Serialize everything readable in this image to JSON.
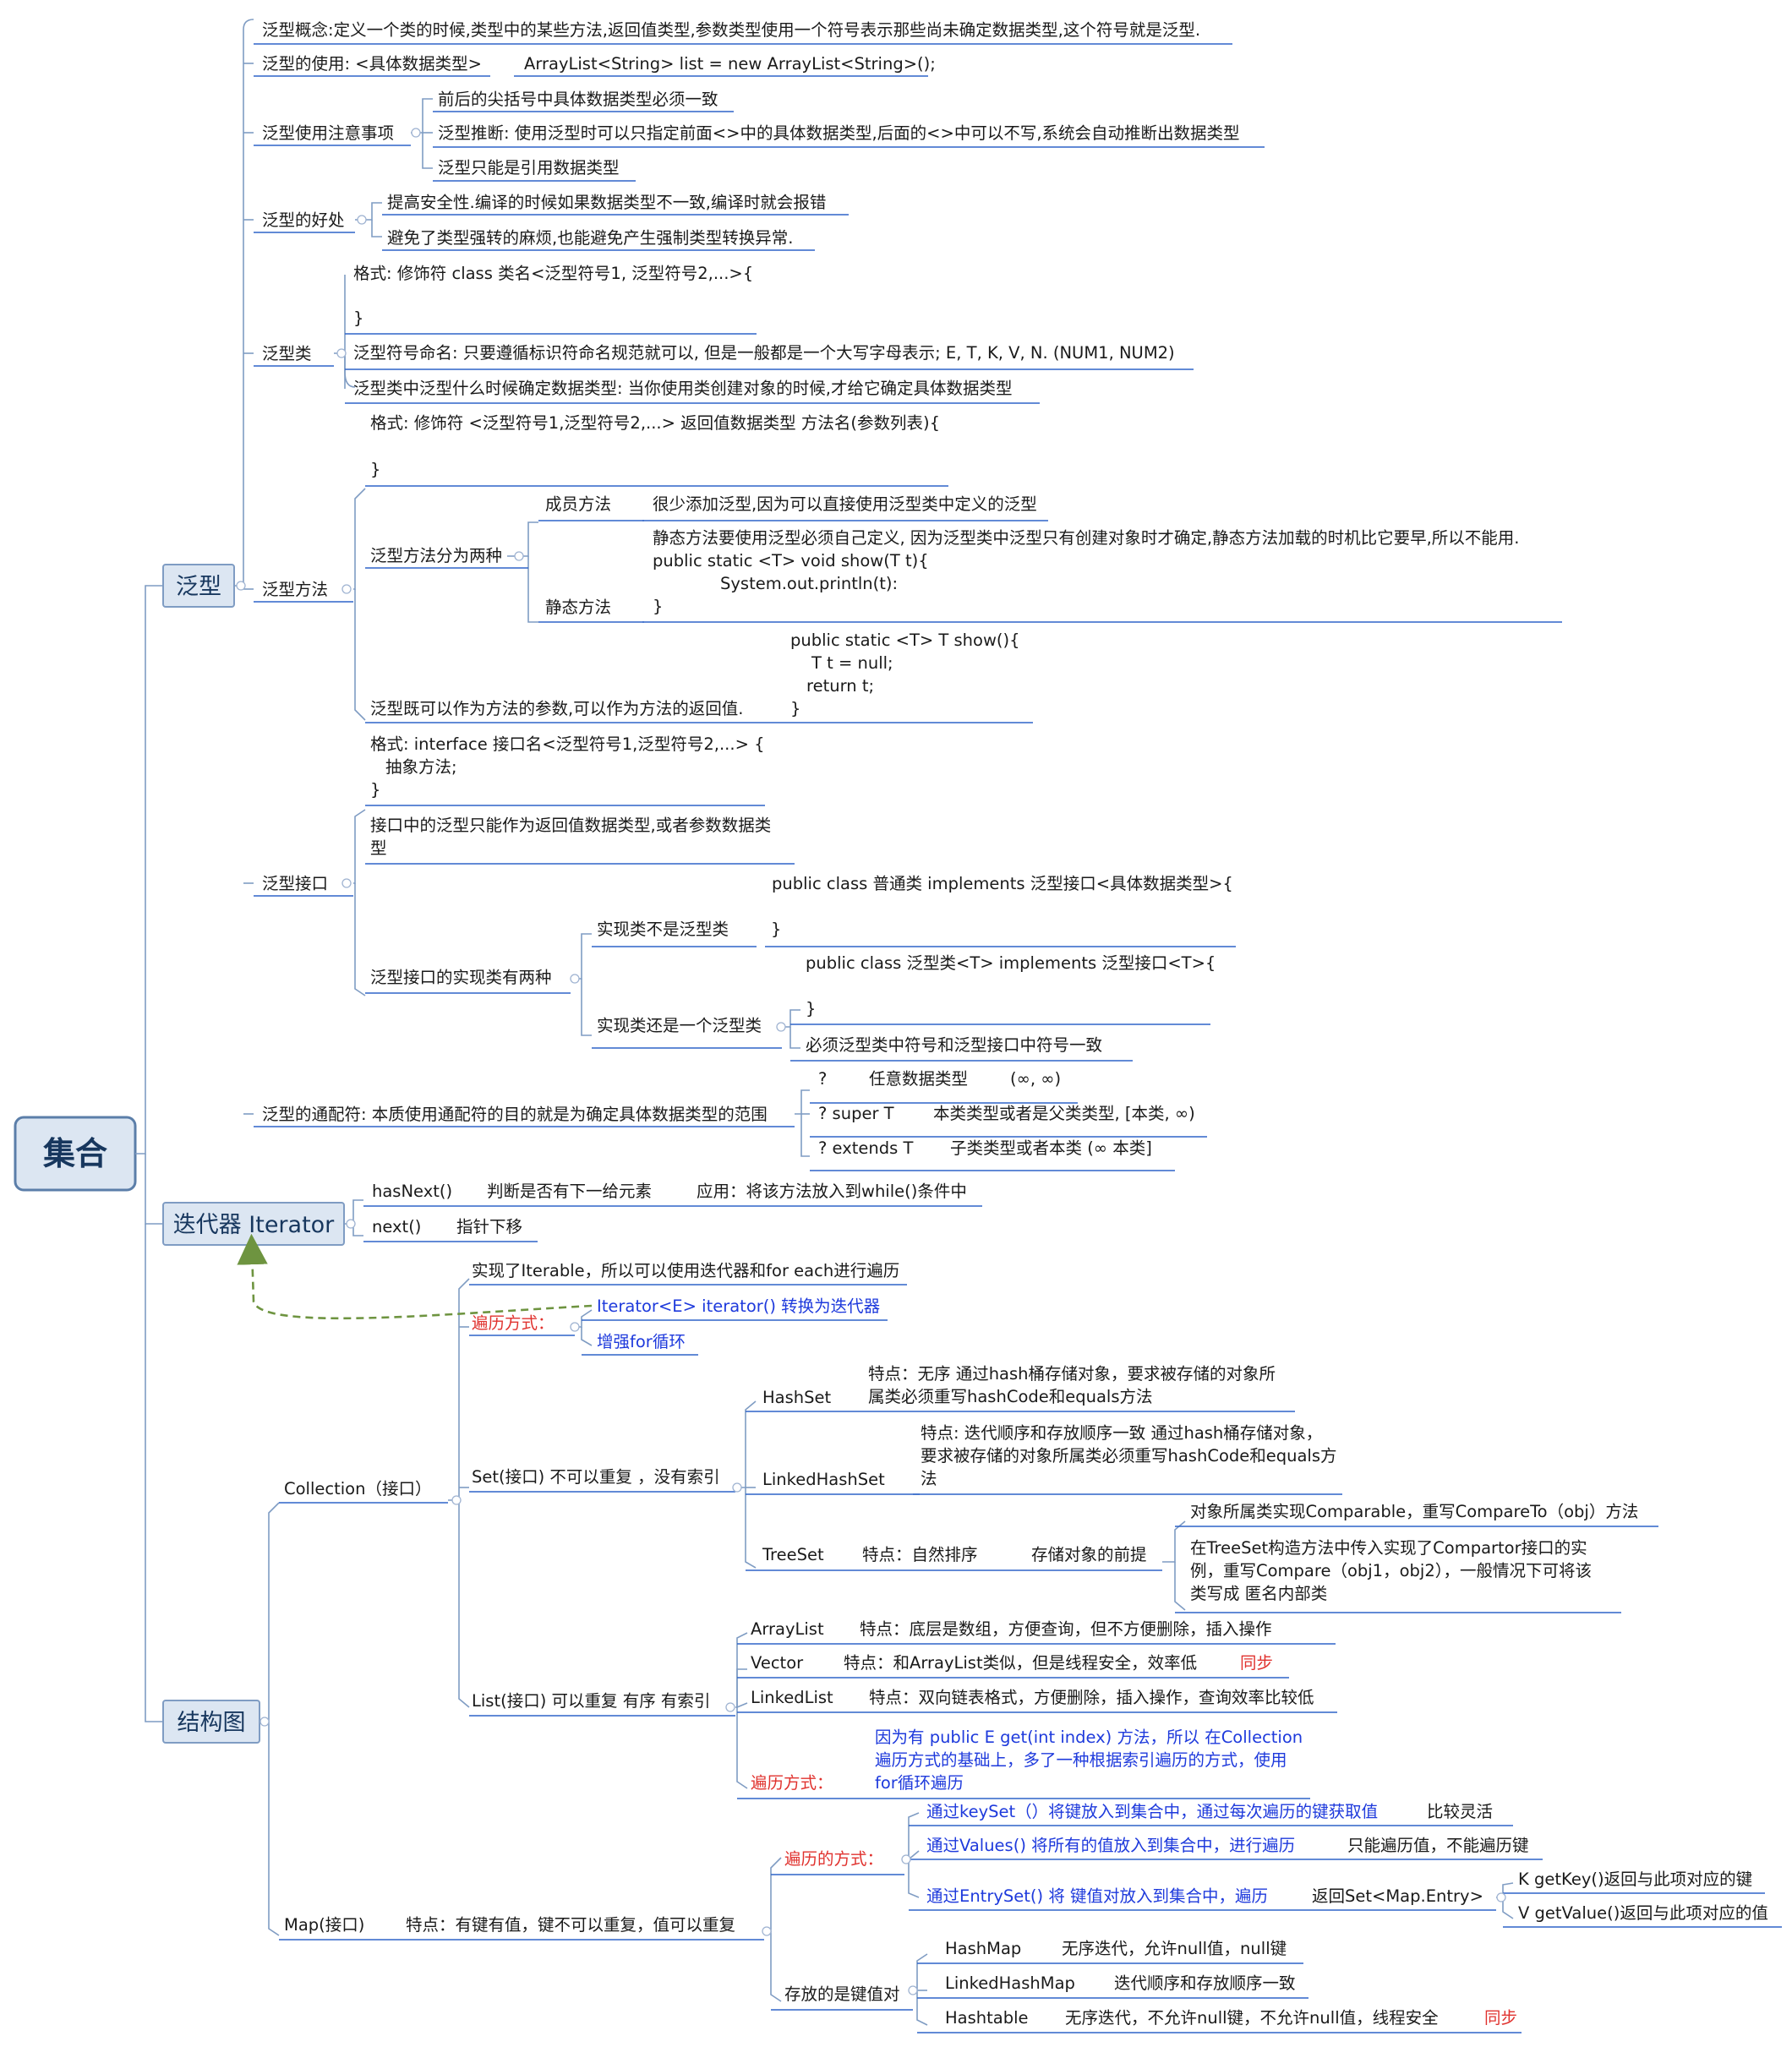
{
  "root": "集合",
  "branches": {
    "generics": "泛型",
    "iterator": "迭代器 Iterator",
    "structure": "结构图"
  },
  "g": {
    "concept": "泛型概念:定义一个类的时候,类型中的某些方法,返回值类型,参数类型使用一个符号表示那些尚未确定数据类型,这个符号就是泛型.",
    "usage": "泛型的使用: <具体数据类型>",
    "usage_ex": "ArrayList<String> list = new ArrayList<String>();",
    "notes": "泛型使用注意事项",
    "notes_1": "前后的尖括号中具体数据类型必须一致",
    "notes_2": "泛型推断: 使用泛型时可以只指定前面<>中的具体数据类型,后面的<>中可以不写,系统会自动推断出数据类型",
    "notes_3": "泛型只能是引用数据类型",
    "benefit": "泛型的好处",
    "benefit_1": "提高安全性.编译的时候如果数据类型不一致,编译时就会报错",
    "benefit_2": "避免了类型强转的麻烦,也能避免产生强制类型转换异常.",
    "cls": "泛型类",
    "cls_fmt_1": "格式:  修饰符 class 类名<泛型符号1, 泛型符号2,...>{",
    "cls_fmt_2": "}",
    "cls_naming": "泛型符号命名: 只要遵循标识符命名规范就可以, 但是一般都是一个大写字母表示; E, T, K, V, N. (NUM1, NUM2)",
    "cls_when": "泛型类中泛型什么时候确定数据类型: 当你使用类创建对象的时候,才给它确定具体数据类型",
    "m": "泛型方法",
    "m_fmt_1": "格式: 修饰符 <泛型符号1,泛型符号2,...> 返回值数据类型 方法名(参数列表){",
    "m_fmt_2": "}",
    "m_two": "泛型方法分为两种",
    "m_member": "成员方法",
    "m_member_desc": "很少添加泛型,因为可以直接使用泛型类中定义的泛型",
    "m_static": "静态方法",
    "m_static_1": "静态方法要使用泛型必须自己定义, 因为泛型类中泛型只有创建对象时才确定,静态方法加载的时机比它要早,所以不能用.",
    "m_static_2": "public static <T> void show(T t){",
    "m_static_3": "System.out.println(t):",
    "m_static_4": "}",
    "m_param": "泛型既可以作为方法的参数,可以作为方法的返回值.",
    "m_param_1": "public static  <T>  T  show(){",
    "m_param_2": "T t = null;",
    "m_param_3": "return t;",
    "m_param_4": "}",
    "i": "泛型接口",
    "i_fmt_1": "格式: interface 接口名<泛型符号1,泛型符号2,...> {",
    "i_fmt_2": "抽象方法;",
    "i_fmt_3": "}",
    "i_ret_1": "接口中的泛型只能作为返回值数据类型,或者参数数据类",
    "i_ret_2": "型",
    "i_impl": "泛型接口的实现类有两种",
    "i_impl_a": "实现类不是泛型类",
    "i_impl_a_1": "public class 普通类 implements 泛型接口<具体数据类型>{",
    "i_impl_a_2": "}",
    "i_impl_b": "实现类还是一个泛型类",
    "i_impl_b_1": "public class 泛型类<T> implements 泛型接口<T>{",
    "i_impl_b_2": "}",
    "i_impl_b_3": "必须泛型类中符号和泛型接口中符号一致",
    "w": "泛型的通配符: 本质使用通配符的目的就是为确定具体数据类型的范围",
    "w_1": "?",
    "w_1_desc": "任意数据类型",
    "w_1_range": "(∞, ∞)",
    "w_2": "? super T",
    "w_2_desc": "本类类型或者是父类类型, [本类, ∞)",
    "w_3": "? extends T",
    "w_3_desc": "子类类型或者本类 (∞ 本类]"
  },
  "it": {
    "hasnext": "hasNext()",
    "hasnext_desc": "判断是否有下一给元素",
    "hasnext_use": "应用：将该方法放入到while()条件中",
    "next": "next()",
    "next_desc": "指针下移"
  },
  "col": {
    "name": "Collection（接口）",
    "iterable": "实现了Iterable，所以可以使用迭代器和for each进行遍历",
    "traverse": "遍历方式：",
    "traverse_1": "Iterator<E> iterator()  转换为迭代器",
    "traverse_2": "增强for循环",
    "set": "Set(接口) 不可以重复 ，没有索引",
    "hashset": "HashSet",
    "hashset_1": "特点：无序 通过hash桶存储对象，要求被存储的对象所",
    "hashset_2": "属类必须重写hashCode和equals方法",
    "lhs": "LinkedHashSet",
    "lhs_1": "特点: 迭代顺序和存放顺序一致   通过hash桶存储对象，",
    "lhs_2": "要求被存储的对象所属类必须重写hashCode和equals方",
    "lhs_3": "法",
    "treeset": "TreeSet",
    "treeset_1": "特点：自然排序",
    "treeset_2": "存储对象的前提",
    "treeset_a": "对象所属类实现Comparable，重写CompareTo（obj）方法",
    "treeset_b_1": "在TreeSet构造方法中传入实现了Compartor接口的实",
    "treeset_b_2": "例，重写Compare（obj1，obj2），一般情况下可将该",
    "treeset_b_3": "类写成 匿名内部类",
    "list": "List(接口) 可以重复 有序 有索引",
    "arraylist": "ArrayList",
    "arraylist_desc": "特点：底层是数组，方便查询，但不方便删除，插入操作",
    "vector": "Vector",
    "vector_desc": "特点：和ArrayList类似，但是线程安全，效率低",
    "vector_sync": "同步",
    "linkedlist": "LinkedList",
    "linkedlist_desc": "特点：双向链表格式，方便删除，插入操作，查询效率比较低",
    "list_traverse": "遍历方式：",
    "list_traverse_1": "因为有 public E get(int index) 方法，所以 在Collection",
    "list_traverse_2": "遍历方式的基础上，多了一种根据索引遍历的方式，使用",
    "list_traverse_3": "for循环遍历"
  },
  "map": {
    "name": "Map(接口)",
    "desc": "特点：有键有值，键不可以重复，值可以重复",
    "traverse": "遍历的方式：",
    "keyset": "通过keySet（）将键放入到集合中，通过每次遍历的键获取值",
    "keyset_note": "比较灵活",
    "values": "通过Values() 将所有的值放入到集合中，进行遍历",
    "values_note": "只能遍历值，不能遍历键",
    "entryset": "通过EntrySet() 将 键值对放入到集合中，遍历",
    "entryset_ret": "返回Set<Map.Entry>",
    "getkey": "K getKey()返回与此项对应的键",
    "getvalue": "V getValue()返回与此项对应的值",
    "kv": "存放的是键值对",
    "hashmap": "HashMap",
    "hashmap_desc": "无序迭代，允许null值，null键",
    "lhm": "LinkedHashMap",
    "lhm_desc": "迭代顺序和存放顺序一致",
    "hashtable": "Hashtable",
    "hashtable_desc": "无序迭代，不允许null键，不允许null值，线程安全",
    "hashtable_sync": "同步"
  },
  "colors": {
    "main_text": "#17375e",
    "link": "#7f9cc3",
    "underline": "#2f64c8",
    "highlight_blue": "#1e3adc",
    "highlight_red": "#e0322e",
    "arrow": "#6e9440"
  }
}
